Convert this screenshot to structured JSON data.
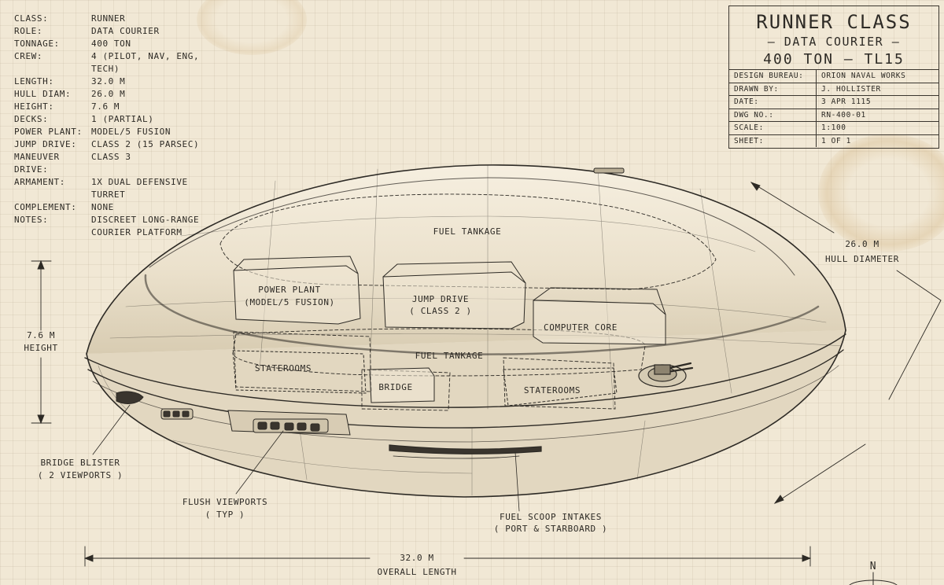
{
  "specs": [
    {
      "label": "CLASS:",
      "value": "RUNNER"
    },
    {
      "label": "ROLE:",
      "value": "DATA COURIER"
    },
    {
      "label": "TONNAGE:",
      "value": "400 TON"
    },
    {
      "label": "CREW:",
      "value": "4 (PILOT, NAV, ENG, TECH)"
    },
    {
      "label": "LENGTH:",
      "value": "32.0 M"
    },
    {
      "label": "HULL DIAM:",
      "value": "26.0 M"
    },
    {
      "label": "HEIGHT:",
      "value": "7.6 M"
    },
    {
      "label": "DECKS:",
      "value": "1 (PARTIAL)"
    },
    {
      "label": "POWER PLANT:",
      "value": "MODEL/5 FUSION"
    },
    {
      "label": "JUMP DRIVE:",
      "value": "CLASS 2 (15 PARSEC)"
    },
    {
      "label": "MANEUVER DRIVE:",
      "value": "CLASS 3"
    },
    {
      "label": "ARMAMENT:",
      "value": "1X DUAL DEFENSIVE TURRET"
    },
    {
      "label": "COMPLEMENT:",
      "value": "NONE"
    },
    {
      "label": "NOTES:",
      "value": "DISCREET LONG-RANGE\nCOURIER PLATFORM"
    }
  ],
  "title_block": {
    "title": "RUNNER CLASS",
    "subtitle": "— DATA COURIER —",
    "tonnage_line": "400 TON — TL15",
    "rows": [
      {
        "label": "DESIGN BUREAU:",
        "value": "ORION NAVAL WORKS"
      },
      {
        "label": "DRAWN BY:",
        "value": "J. HOLLISTER"
      },
      {
        "label": "DATE:",
        "value": "3 APR 1115"
      },
      {
        "label": "DWG NO.:",
        "value": "RN-400-01"
      },
      {
        "label": "SCALE:",
        "value": "1:100"
      },
      {
        "label": "SHEET:",
        "value": "1 OF 1"
      }
    ]
  },
  "compartments": {
    "fuel_top": "FUEL TANKAGE",
    "power_plant": "POWER PLANT",
    "power_plant_sub": "(MODEL/5 FUSION)",
    "jump_drive": "JUMP DRIVE",
    "jump_drive_sub": "( CLASS 2 )",
    "computer_core": "COMPUTER CORE",
    "fuel_mid": "FUEL TANKAGE",
    "staterooms_left": "STATEROOMS",
    "bridge": "BRIDGE",
    "staterooms_right": "STATEROOMS"
  },
  "dimensions": {
    "height_value": "7.6 M",
    "height_label": "HEIGHT",
    "diameter_value": "26.0 M",
    "diameter_label": "HULL DIAMETER",
    "length_value": "32.0 M",
    "length_label": "OVERALL LENGTH"
  },
  "callouts": {
    "bridge_blister": "BRIDGE BLISTER",
    "bridge_blister_sub": "( 2 VIEWPORTS )",
    "flush_viewports": "FLUSH VIEWPORTS",
    "flush_viewports_sub": "( TYP )",
    "fuel_scoop": "FUEL SCOOP INTAKES",
    "fuel_scoop_sub": "( PORT & STARBOARD )"
  },
  "compass": {
    "north": "N"
  },
  "colors": {
    "paper": "#f1e8d5",
    "ink": "#2d2a25",
    "stain": "#c9a46a"
  }
}
